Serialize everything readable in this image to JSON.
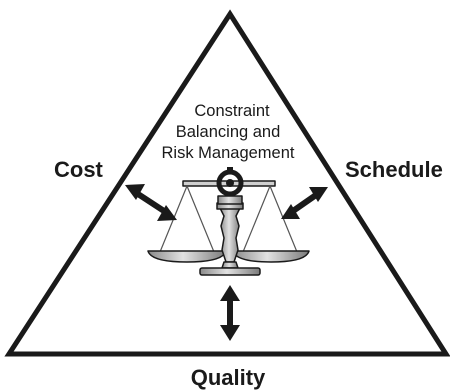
{
  "diagram": {
    "center_lines": [
      "Constraint",
      "Balancing and",
      "Risk Management"
    ],
    "labels": {
      "cost": "Cost",
      "schedule": "Schedule",
      "quality": "Quality"
    },
    "icons": {
      "center": "balance-scale-icon",
      "arrows": "double-headed-arrow-icon"
    },
    "colors": {
      "outline": "#1a1a1a",
      "scale_fill": "#b8b8b8",
      "background": "#ffffff"
    }
  }
}
